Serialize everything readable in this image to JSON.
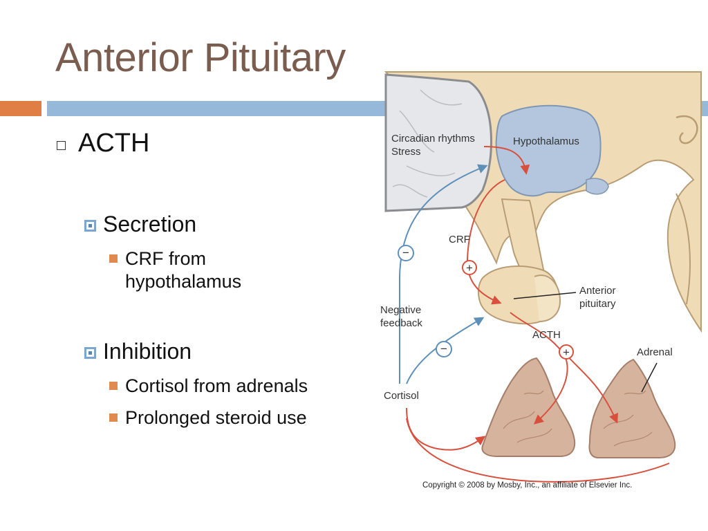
{
  "slide": {
    "title": "Anterior Pituitary",
    "bullets": {
      "l1": "ACTH",
      "secretion": "Secretion",
      "crf_line1": "CRF from",
      "crf_line2": "hypothalamus",
      "inhibition": "Inhibition",
      "cortisol": "Cortisol from adrenals",
      "steroid": "Prolonged steroid use"
    }
  },
  "diagram": {
    "labels": {
      "circadian": "Circadian rhythms",
      "stress": "Stress",
      "hypothalamus": "Hypothalamus",
      "crf": "CRF",
      "negative": "Negative",
      "feedback": "feedback",
      "anterior": "Anterior",
      "pituitary": "pituitary",
      "acth": "ACTH",
      "adrenal": "Adrenal",
      "cortisol": "Cortisol"
    },
    "signs": {
      "plus": "+",
      "minus": "−"
    },
    "copyright": "Copyright © 2008 by Mosby, Inc., an affiliate of Elsevier Inc.",
    "colors": {
      "tissue": "#efdcb6",
      "hypothalamus": "#b3c6dd",
      "brain_gray": "#e5e7ea",
      "stimulate_arrow": "#d8503d",
      "inhibit_arrow": "#5e8fb8",
      "adrenal": "#d6b39d"
    }
  }
}
